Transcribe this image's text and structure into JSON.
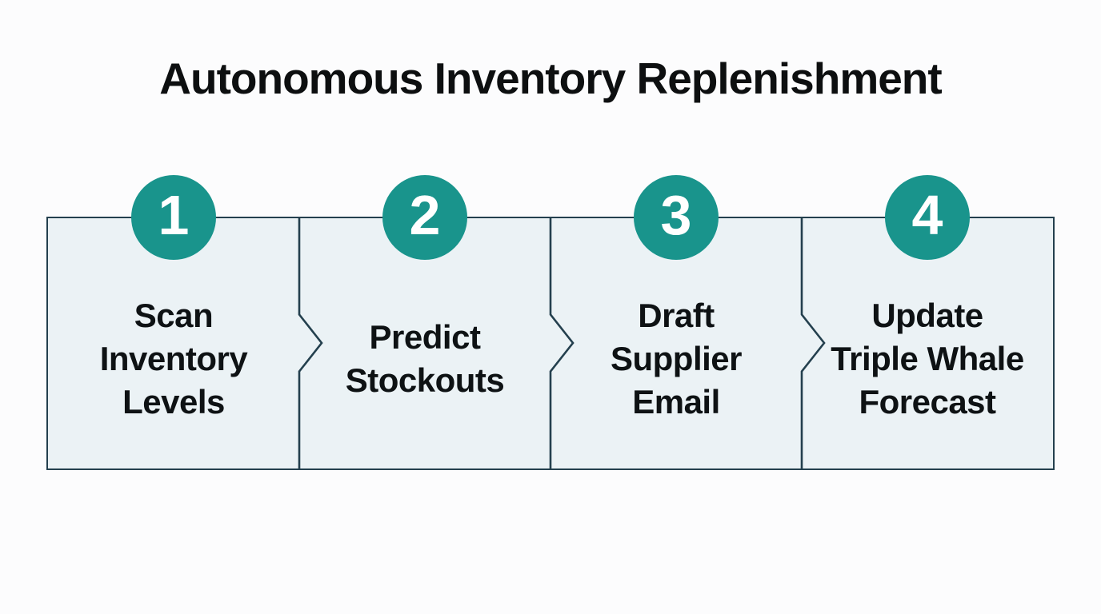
{
  "title": "Autonomous Inventory Replenishment",
  "colors": {
    "page_bg": "#fcfcfd",
    "title_text": "#0d0f10",
    "step_text": "#0e1214",
    "accent_teal": "#19948c",
    "number_text": "#ffffff",
    "box_fill": "#ebf2f5",
    "line_dark": "#24404e"
  },
  "steps": [
    {
      "number": "1",
      "label": "Scan Inventory Levels",
      "lines": [
        "Scan",
        "Inventory",
        "Levels"
      ]
    },
    {
      "number": "2",
      "label": "Predict Stockouts",
      "lines": [
        "Predict",
        "Stockouts"
      ]
    },
    {
      "number": "3",
      "label": "Draft Supplier Email",
      "lines": [
        "Draft",
        "Supplier",
        "Email"
      ]
    },
    {
      "number": "4",
      "label": "Update Triple Whale Forecast",
      "lines": [
        "Update",
        "Triple Whale",
        "Forecast"
      ]
    }
  ]
}
